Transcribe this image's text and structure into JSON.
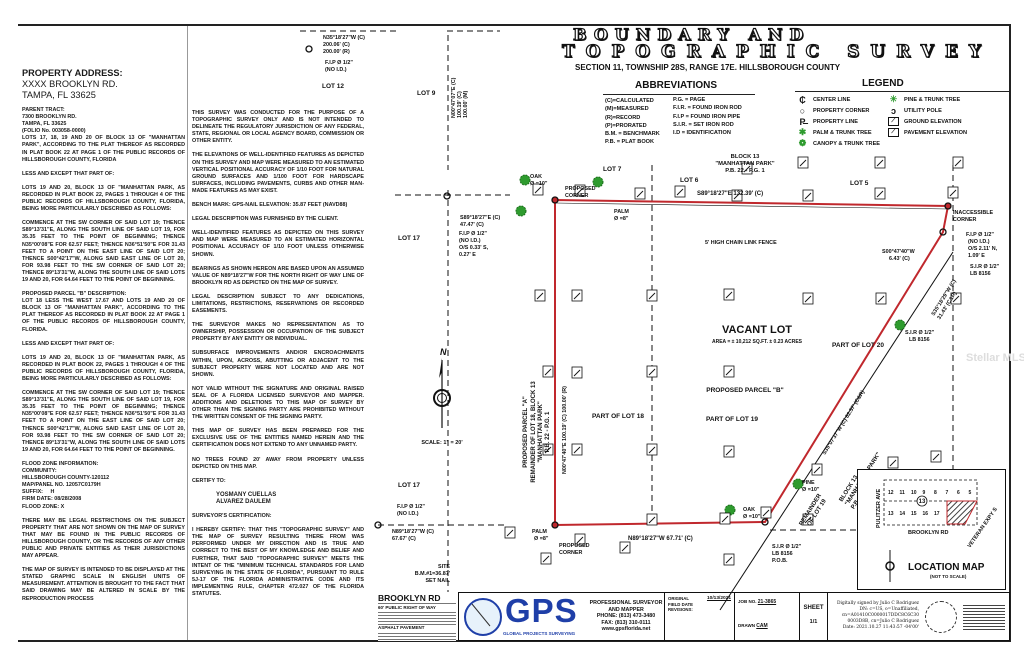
{
  "title": {
    "line1": "BOUNDARY AND",
    "line2": "TOPOGRAPHIC SURVEY",
    "subtitle": "SECTION 11, TOWNSHIP 28S, RANGE 17E. HILLSBOROUGH COUNTY"
  },
  "left_column": {
    "address_heading": "PROPERTY ADDRESS:",
    "address_line1": "XXXX BROOKLYN RD.",
    "address_line2": "TAMPA, FL 33625",
    "parent_tract_heading": "PARENT TRACT:",
    "parent_tract_lines": [
      "7300 BROOKLYN RD.",
      "TAMPA, FL 33625",
      "(FOLIO No. 003058-0000)"
    ],
    "parent_tract_text": "LOTS 17, 18, 19 AND 20 OF BLOCK 13 OF \"MANHATTAN PARK\", ACCORDING TO THE PLAT THEREOF AS RECORDED IN PLAT BOOK 22 AT PAGE 1 OF THE PUBLIC RECORDS OF HILLSBOROUGH COUNTY, FLORIDA",
    "less_except_1": "LESS AND EXCEPT THAT PART OF:",
    "lots_text_1": "LOTS 19 AND 20, BLOCK 13 OF \"MANHATTAN PARK, AS RECORDED IN PLAT BOOK 22, PAGES 1 THROUGH 4 OF THE PUBLIC RECORDS OF HILLSBOROUGH COUNTY, FLORIDA, BEING MORE PARTICULARLY DESCRIBED AS FOLLOWS:",
    "commence_text_1": "COMMENCE AT THE SW CORNER OF SAID LOT 19; THENCE S89°13'31\"E, ALONG THE SOUTH LINE OF SAID LOT 19, FOR 35.35 FEET TO THE POINT OF BEGINNING; THENCE N35°00'08\"E FOR 62.57 FEET; THENCE N36°51'50\"E FOR 31.43 FEET TO A POINT ON THE EAST LINE OF SAID LOT 20; THENCE S00°42'17\"W, ALONG SAID EAST LINE OF LOT 20, FOR 93.98 FEET TO THE SW CORNER OF SAID LOT 20; THENCE 89°13'31\"W, ALONG THE SOUTH LINE OF SAID LOTS 19 AND 20, FOR 64.64 FEET TO THE POINT OF BEGINNING.",
    "parcel_b_heading": "PROPOSED PARCEL \"B\" DESCRIPTION:",
    "parcel_b_text": "LOT 18 LESS THE WEST 17.67 AND LOTS 19 AND 20 OF BLOCK 13 OF \"MANHATTAN PARK\", ACCORDING TO THE PLAT THEREOF AS RECORDED IN PLAT BOOK 22 AT PAGE 1 OF THE PUBLIC RECORDS OF HILLSBOROUGH COUNTY, FLORIDA.",
    "less_except_2": "LESS AND EXCEPT THAT PART OF:",
    "lots_text_2": "LOTS 19 AND 20, BLOCK 13 OF \"MANHATTAN PARK, AS RECORDED IN PLAT BOOK 22, PAGES 1 THROUGH 4 OF THE PUBLIC RECORDS OF HILLSBOROUGH COUNTY, FLORIDA, BEING MORE PARTICULARLY DESCRIBED AS FOLLOWS:",
    "commence_text_2": "COMMENCE AT THE SW CORNER OF SAID LOT 19; THENCE S89°13'31\"E, ALONG THE SOUTH LINE OF SAID LOT 19, FOR 35.35 FEET TO THE POINT OF BEGINNING; THENCE N35°00'08\"E FOR 62.57 FEET; THENCE N36°51'50\"E FOR 31.43 FEET TO A POINT ON THE EAST LINE OF SAID LOT 20; THENCE S00°42'17\"W, ALONG SAID EAST LINE OF LOT 20, FOR 93.98 FEET TO THE SW CORNER OF SAID LOT 20; THENCE 89°13'31\"W, ALONG THE SOUTH LINE OF SAID LOTS 19 AND 20, FOR 64.64 FEET TO THE POINT OF BEGINNING.",
    "flood_lines": [
      "FLOOD ZONE INFORMATION:",
      "COMMUNITY:",
      "HILLSBOROUGH COUNTY-120112",
      "MAP/PANEL NO. 12057C0179H",
      "SUFFIX:     H",
      "FIRM DATE: 08/28/2008",
      "FLOOD ZONE: X"
    ],
    "restrictions_text": "THERE MAY BE LEGAL RESTRICTIONS ON THE SUBJECT PROPERTY THAT ARE NOT SHOWN ON THE MAP OF SURVEY THAT MAY BE FOUND IN THE PUBLIC RECORDS OF HILLSBOROUGH COUNTY, OR THE RECORDS OF ANY OTHER PUBLIC AND PRIVATE ENTITIES AS THEIR JURISDICTIONS MAY APPEAR.",
    "scale_text": "THE MAP OF SURVEY IS INTENDED TO BE DISPLAYED AT THE STATED GRAPHIC SCALE IN ENGLISH UNITS OF MEASUREMENT. ATTENTION IS BROUGHT TO THE FACT THAT SAID DRAWING MAY BE ALTERED IN SCALE BY THE REPRODUCTION PROCESS"
  },
  "notes": [
    "THIS SURVEY WAS CONDUCTED FOR THE PURPOSE OF A TOPOGRAPHIC SURVEY ONLY AND IS NOT INTENDED TO DELINEATE THE REGULATORY JURISDICTION OF ANY FEDERAL, STATE, REGIONAL OR LOCAL AGENCY BOARD, COMMISSION OR OTHER ENTITY.",
    "THE ELEVATIONS OF WELL-IDENTIFIED FEATURES AS DEPICTED ON THIS SURVEY AND MAP WERE MEASURED TO AN ESTIMATED VERTICAL POSITIONAL ACCURACY OF 1/10 FOOT FOR NATURAL GROUND SURFACES AND 1/100 FOOT FOR HARDSCAPE SURFACES, INCLUDING PAVEMENTS, CURBS AND OTHER MAN-MADE FEATURES AS MAY EXIST.",
    "BENCH MARK: GPS-NAIL ELEVATION: 35.87 FEET (NAVD88)",
    "LEGAL DESCRIPTION WAS FURNISHED BY THE CLIENT.",
    "WELL-IDENTIFIED FEATURES AS DEPICTED ON THIS SURVEY AND MAP WERE MEASURED TO AN ESTIMATED HORIZONTAL POSITIONAL ACCURACY OF 1/10 FOOT UNLESS OTHERWISE SHOWN.",
    "BEARINGS AS SHOWN HEREON ARE BASED UPON AN ASSUMED VALUE OF N89°18'27\"W FOR THE NORTH RIGHT OF WAY LINE OF BROOKLYN RD AS DEPICTED ON THE MAP OF SURVEY.",
    "LEGAL DESCRIPTION SUBJECT TO ANY DEDICATIONS, LIMITATIONS, RESTRICTIONS, RESERVATIONS OR RECORDED EASEMENTS.",
    "THE SURVEYOR MAKES NO REPRESENTATION AS TO OWNERSHIP, POSSESSION OR OCCUPATION OF THE SUBJECT PROPERTY BY ANY ENTITY OR INDIVIDUAL.",
    "SUBSURFACE IMPROVEMENTS AND/OR ENCROACHMENTS WITHIN, UPON, ACROSS, ABUTTING OR ADJACENT TO THE SUBJECT PROPERTY WERE NOT LOCATED AND ARE NOT SHOWN.",
    "NOT VALID WITHOUT THE SIGNATURE AND ORIGINAL RAISED SEAL OF A FLORIDA LICENSED SURVEYOR AND MAPPER. ADDITIONS AND DELETIONS TO THIS MAP OF SURVEY BY OTHER THAN THE SIGNING PARTY ARE PROHIBITED WITHOUT THE WRITTEN CONSENT OF THE SIGNING PARTY.",
    "THIS MAP OF SURVEY HAS BEEN PREPARED FOR THE EXCLUSIVE USE OF THE ENTITIES NAMED HEREIN AND THE CERTIFICATION DOES NOT EXTEND TO ANY UNNAMED PARTY.",
    "NO TREES FOUND 20' AWAY FROM PROPERTY UNLESS DEPICTED ON THIS MAP."
  ],
  "certify": {
    "heading": "CERTIFY TO:",
    "name1": "YOSMANY CUELLAS",
    "name2": "ALVAREZ DAULEM",
    "surveyor_heading": "SURVEYOR'S CERTIFICATION:",
    "text": "I HEREBY CERTIFY: THAT THIS \"TOPOGRAPHIC SURVEY\" AND THE MAP OF SURVEY RESULTING THERE FROM WAS PERFORMED UNDER MY DIRECTION AND IS TRUE AND CORRECT TO THE BEST OF MY KNOWLEDGE AND BELIEF AND FURTHER, THAT SAID \"TOPOGRAPHIC SURVEY\" MEETS THE INTENT OF THE \"MINIMUM TECHNICAL STANDARDS FOR LAND SURVEYING IN THE STATE OF FLORIDA\", PURSUANT TO RULE 5J-17 OF THE FLORIDA ADMINISTRATIVE CODE AND ITS IMPLEMENTING RULE, CHAPTER 472.027 OF THE FLORIDA STATUTES."
  },
  "abbreviations": {
    "heading": "ABBREVIATIONS",
    "col1": [
      "(C)=CALCULATED",
      "(M)=MEASURED",
      "(R)=RECORD",
      "(P)=PRORATED",
      "B.M. = BENCHMARK",
      "P.B. = PLAT BOOK"
    ],
    "col2": [
      "P.G. = PAGE",
      "F.I.R. = FOUND IRON ROD",
      "F.I.P = FOUND IRON PIPE",
      "S.I.R. = SET IRON ROD",
      "I.D = IDENTIFICATION"
    ]
  },
  "legend": {
    "heading": "LEGEND",
    "col1": [
      {
        "icon": "center-line-icon",
        "label": "CENTER LINE"
      },
      {
        "icon": "property-corner-icon",
        "label": "PROPERTY CORNER"
      },
      {
        "icon": "property-line-icon",
        "label": "PROPERTY LINE"
      },
      {
        "icon": "palm-tree-icon",
        "label": "PALM & TRUNK TREE"
      },
      {
        "icon": "canopy-tree-icon",
        "label": "CANOPY & TRUNK TREE"
      }
    ],
    "col2": [
      {
        "icon": "pine-tree-icon",
        "label": "PINE & TRUNK TREE"
      },
      {
        "icon": "utility-pole-icon",
        "label": "UTILITY POLE"
      },
      {
        "icon": "ground-elevation-icon",
        "label": "GROUND ELEVATION"
      },
      {
        "icon": "pavement-elevation-icon",
        "label": "PAVEMENT ELEVATION"
      }
    ]
  },
  "drawing": {
    "lot12": "LOT 12",
    "lot9": "LOT 9",
    "lot7": "LOT 7",
    "lot6": "LOT 6",
    "lot5": "LOT 5",
    "lot17a": "LOT 17",
    "lot17b": "LOT 17",
    "nw_bearing": [
      "N35°18'27\"W (C)",
      "200.06' (C)",
      "200.00' (R)"
    ],
    "nw_fip": [
      "F.I.P Ø 1/2\"",
      "(NO I.D.)"
    ],
    "west_line": [
      "N00°47'07\"E (C)",
      "100.19' (C)",
      "100.00' (M)"
    ],
    "w_bearing": [
      "S89°18'27\"E (C)",
      "47.47' (C)"
    ],
    "w_fip": [
      "F.I.P Ø 1/2\"",
      "(NO I.D.)",
      "O/S 0.33' S,",
      "0.27' E"
    ],
    "block13": [
      "BLOCK 13",
      "\"MANHATTAN PARK\"",
      "P.B. 22 - P.G. 1"
    ],
    "north_bearing": "S89°18'27\"E  132.39' (C)",
    "fence": "5' HIGH CHAIN LINK FENCE",
    "oak10": "OAK",
    "dia10": "Ø =10\"",
    "palm": "PALM",
    "palm_dia": "Ø =8\"",
    "proposed_corner": [
      "PROPOSED",
      "CORNER"
    ],
    "inaccessible": [
      "INACCESSIBLE",
      "CORNER"
    ],
    "ne_fip": [
      "F.I.P Ø 1/2\"",
      "(NO I.D.)",
      "O/S 2.11' N,",
      "1.09' E"
    ],
    "ne_bearing": [
      "S00°47'40\"W",
      "6.43' (C)"
    ],
    "sir": [
      "S.I.R Ø 1/2\"",
      "LB 8156"
    ],
    "diag_bearing": [
      "S35°18'29\"W (C)",
      "31.43' (C&R)"
    ],
    "diag_bearing2": "S35°07'37\"W (C) 62.57' (C&R)",
    "vacant": "VACANT LOT",
    "area": "AREA = ± 10,212 SQ.FT. ± 0.23 ACRES",
    "parcel_b": "PROPOSED PARCEL \"B\"",
    "part18": "PART OF LOT 18",
    "part19": "PART OF LOT 19",
    "part20": "PART OF LOT 20",
    "parcel_a": [
      "PROPOSED PARCEL \"A\"",
      "REMAINDER OF LOT 18, BLOCK 13",
      "\"MANHATTAN PARK\"",
      "P.B. 22 - P.G. 1"
    ],
    "west_bearing": "N00°47'40\"E  100.19' (C) 100.00' (R)",
    "south_bearing": "N89°18'27\"W  67.71' (C)",
    "sw_fip": [
      "F.I.P Ø 1/2\"",
      "(NO I.D.)"
    ],
    "sw_bearing": [
      "N89°18'27\"W (C)",
      "67.67' (C)"
    ],
    "pine": "PINE",
    "pob": [
      "S.I.R Ø 1/2\"",
      "LB 8156",
      "P.O.B."
    ],
    "remainder": [
      "REMAINDER",
      "OF LOT 19"
    ],
    "block13b": [
      "BLOCK 13",
      "\"MANHATTAN PARK\"",
      "P.B. 22 - P.G. 1"
    ],
    "site_bm": [
      "SITE",
      "B.M.#1=36.87'",
      "SET NAIL"
    ],
    "north": "N",
    "scale": "SCALE: 1\" = 20'"
  },
  "location_map": {
    "title": "LOCATION MAP",
    "subtitle": "(NOT TO SCALE)",
    "street_w": "PULITZER AVE",
    "street_s": "BROOKLYN RD",
    "street_e": "VETERAN EXPY S",
    "block": "13",
    "top_lots": [
      "12",
      "11",
      "10",
      "9",
      "8",
      "7",
      "6",
      "5"
    ],
    "bottom_lots": [
      "13",
      "14",
      "15",
      "16",
      "17"
    ]
  },
  "road": {
    "name": "BROOKLYN RD",
    "row": "60' PUBLIC RIGHT OF WAY",
    "pavement": "ASPHALT PAVEMENT"
  },
  "title_block": {
    "company": "GPS",
    "company_sub": "GLOBAL PROJECTS SURVEYING",
    "role": "PROFESSIONAL SURVEYOR AND MAPPER",
    "phone": "PHONE: (813) 473-3480",
    "fax": "FAX: (813) 310-0111",
    "web": "www.gpsflorida.net",
    "field_date_label": "ORIGINAL FIELD DATE",
    "field_date": "10/13/2021",
    "revisions_label": "REVISIONS:",
    "job_label": "JOB NO.",
    "job_no": "21-3865",
    "drawn_label": "DRAWN",
    "drawn": "CAM",
    "sheet_label": "SHEET",
    "sheet": "1/1",
    "signature": [
      "Digitally signed by Julio C Rodriguez",
      "DN: c=US, o=Unaffiliated,",
      "cn=A01410C0000017DDC8C6C30",
      "0003D8B, cn=Julio C Rodriguez",
      "Date: 2021.10.27 11:43:57 -04'00'"
    ]
  },
  "watermark": "Stellar MLS",
  "colors": {
    "boundary": "#c0282d",
    "tree": "#2e9b2e",
    "gps_blue": "#1f3fa8"
  }
}
